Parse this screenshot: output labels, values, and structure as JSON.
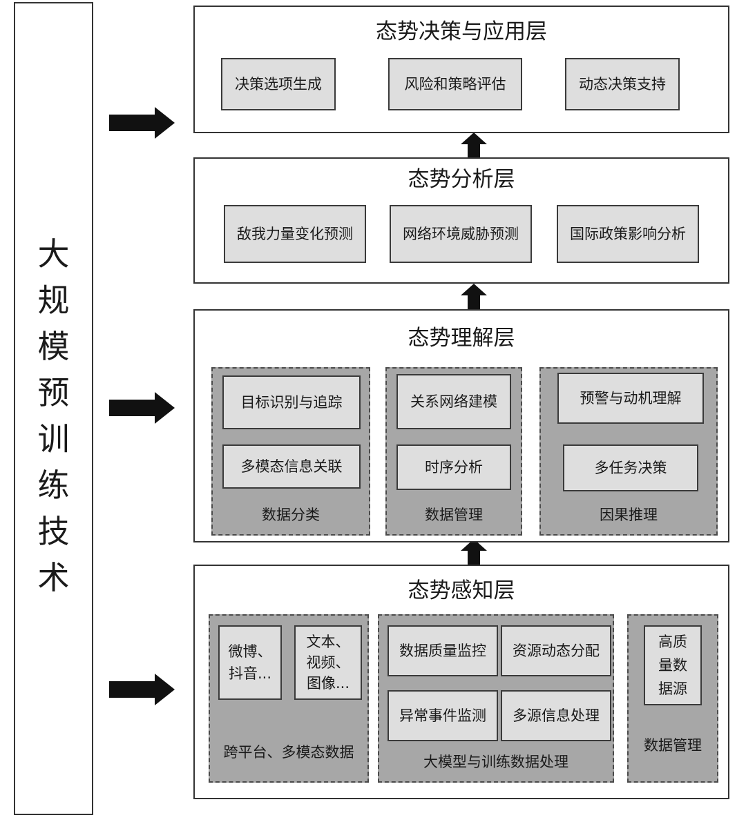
{
  "left_label": [
    "大",
    "规",
    "模",
    "预",
    "训",
    "练",
    "技",
    "术"
  ],
  "layers": {
    "decision": {
      "title": "态势决策与应用层",
      "items": [
        "决策选项生成",
        "风险和策略评估",
        "动态决策支持"
      ]
    },
    "analysis": {
      "title": "态势分析层",
      "items": [
        "敌我力量变化预测",
        "网络环境威胁预测",
        "国际政策影响分析"
      ]
    },
    "understanding": {
      "title": "态势理解层",
      "groups": [
        {
          "items": [
            "目标识别与追踪",
            "多模态信息关联"
          ],
          "caption": "数据分类"
        },
        {
          "items": [
            "关系网络建模",
            "时序分析"
          ],
          "caption": "数据管理"
        },
        {
          "items": [
            "预警与动机理解",
            "多任务决策"
          ],
          "caption": "因果推理"
        }
      ]
    },
    "perception": {
      "title": "态势感知层",
      "groups": [
        {
          "items": [
            [
              "微博、",
              "抖音..."
            ],
            [
              "文本、",
              "视频、",
              "图像..."
            ]
          ],
          "caption": "跨平台、多模态数据"
        },
        {
          "items": [
            "数据质量监控",
            "资源动态分配",
            "异常事件监测",
            "多源信息处理"
          ],
          "caption": "大模型与训练数据处理"
        },
        {
          "items": [
            [
              "高质",
              "量数",
              "据源"
            ]
          ],
          "caption": "数据管理"
        }
      ]
    }
  },
  "colors": {
    "box_fill": "#dedede",
    "group_fill": "#a7a7a7",
    "border": "#333333",
    "arrow": "#111111"
  }
}
